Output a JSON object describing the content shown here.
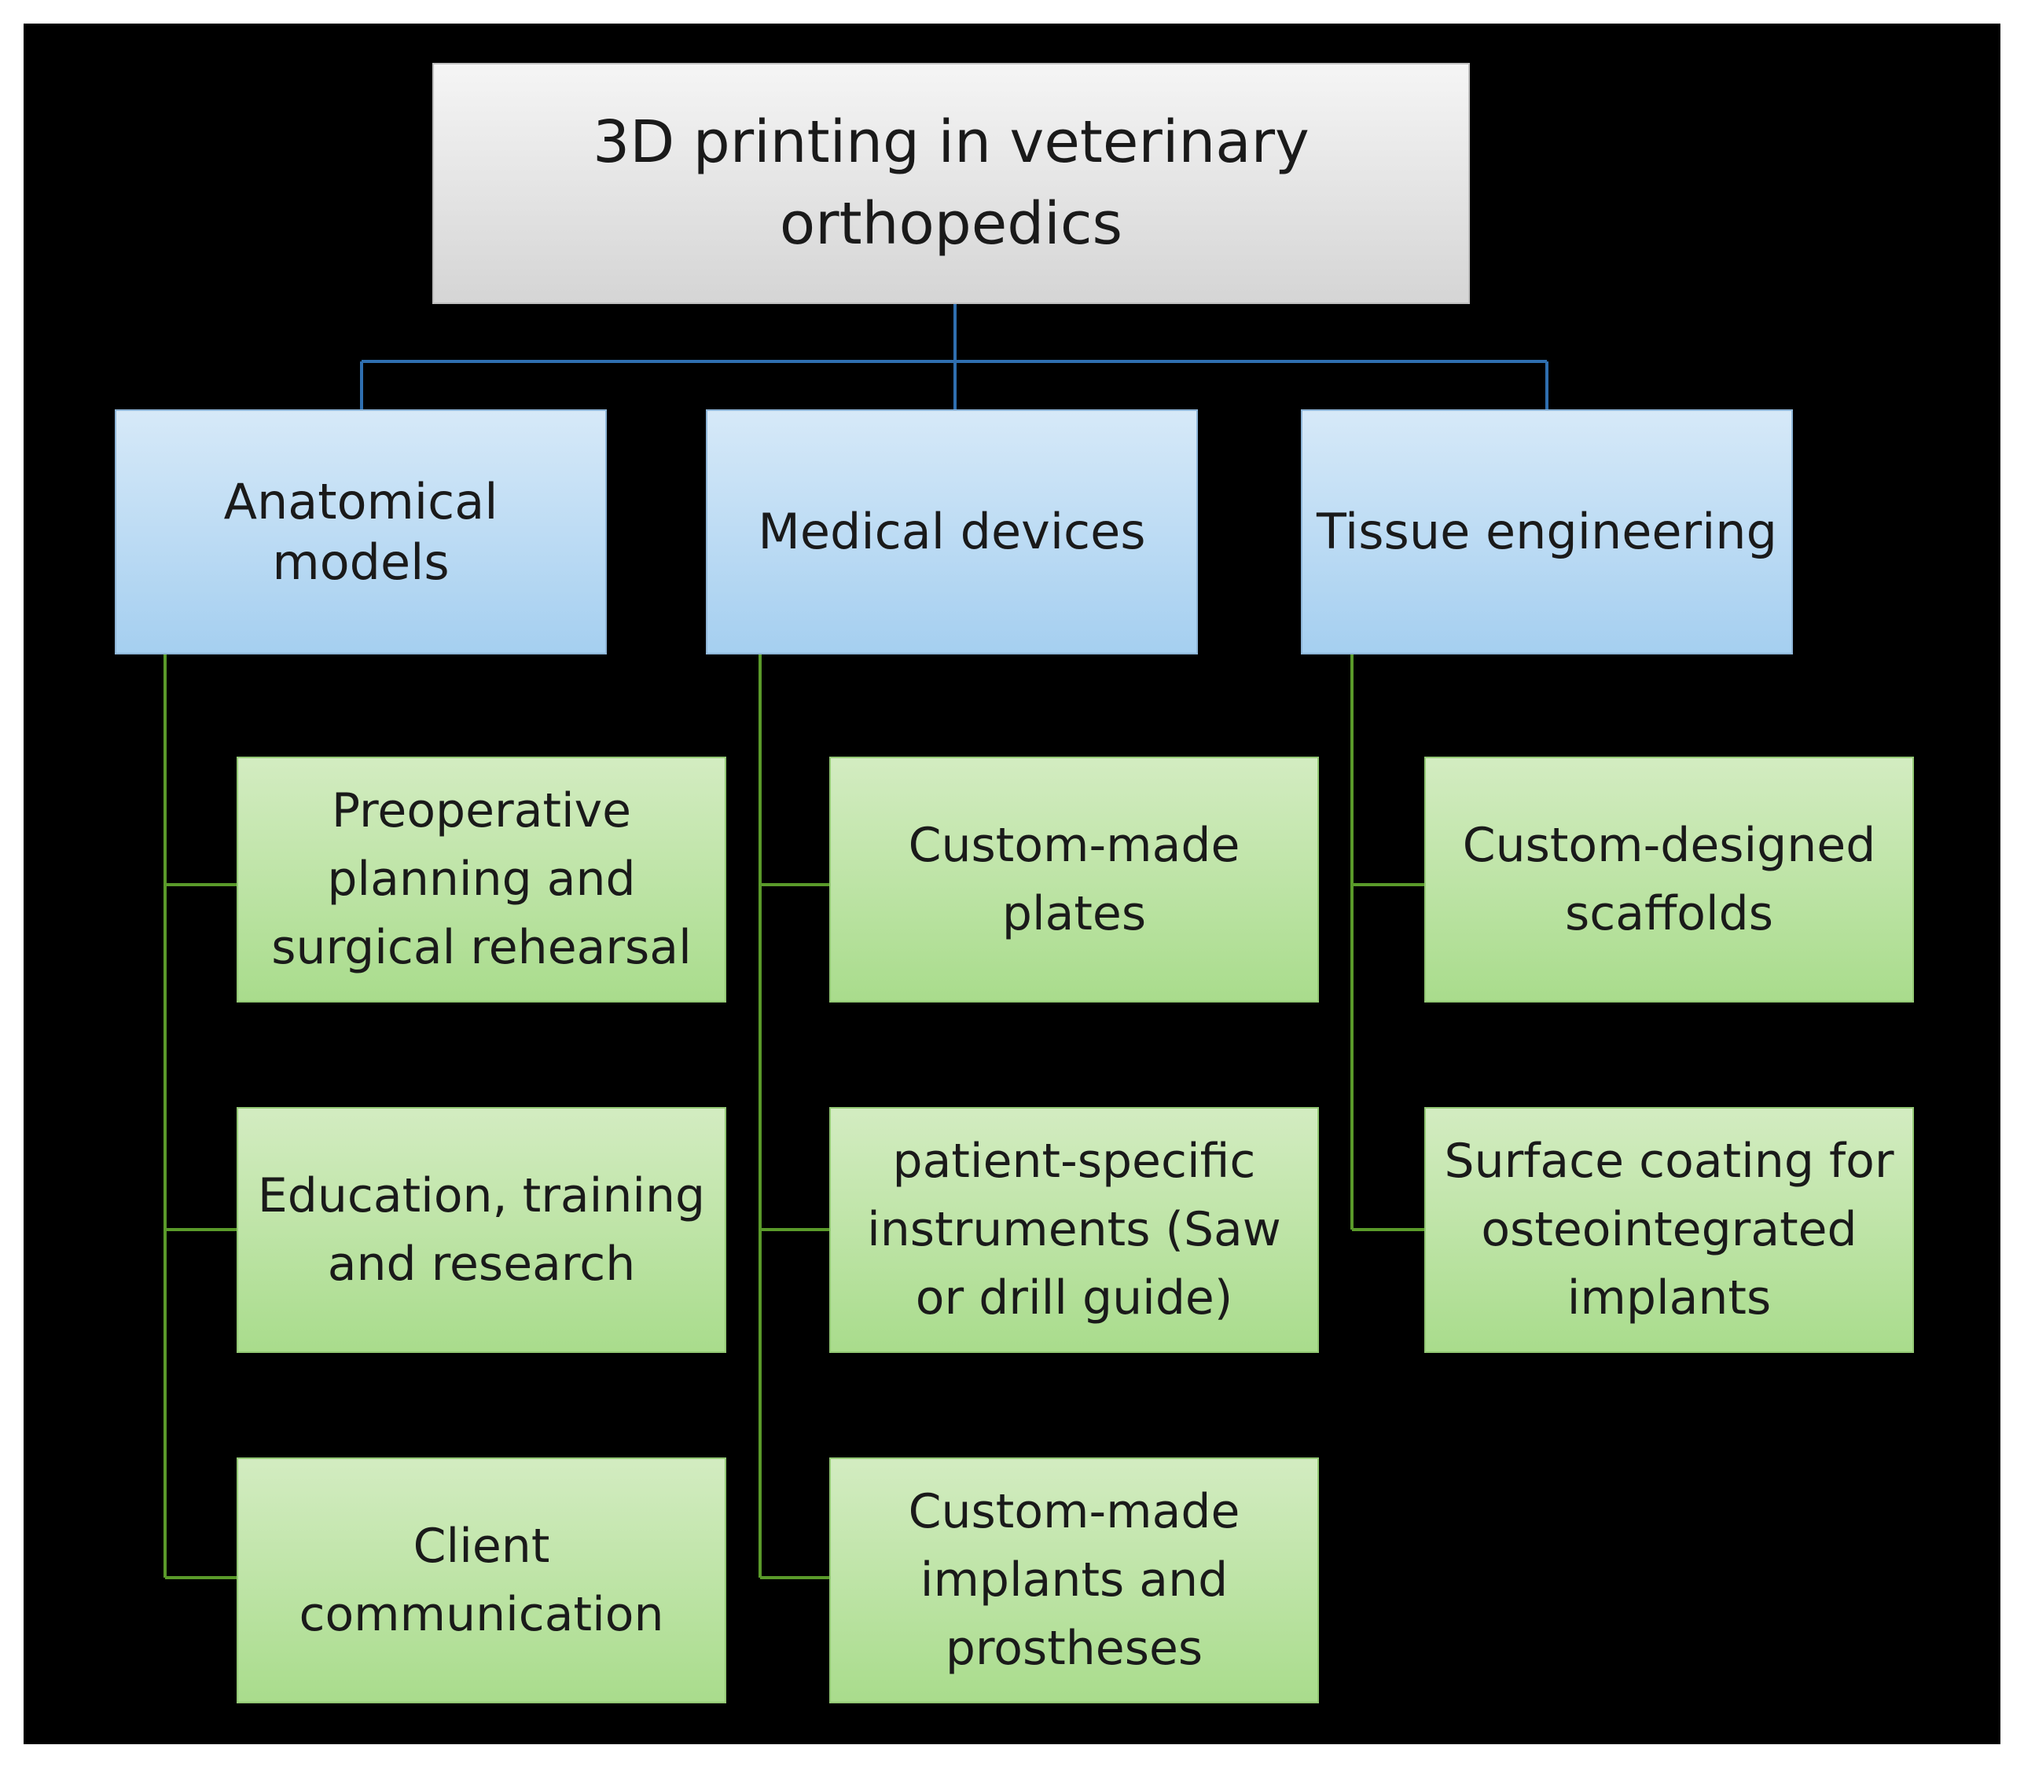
{
  "diagram": {
    "root": {
      "label": "3D printing in veterinary\northopedics"
    },
    "categories": [
      {
        "label": "Anatomical\nmodels",
        "children": [
          "Preoperative\nplanning and\nsurgical rehearsal",
          "Education, training\nand research",
          "Client\ncommunication"
        ]
      },
      {
        "label": "Medical devices",
        "children": [
          "Custom-made\nplates",
          "patient-specific\ninstruments (Saw\nor drill guide)",
          "Custom-made\nimplants and\nprostheses"
        ]
      },
      {
        "label": "Tissue engineering",
        "children": [
          "Custom-designed\nscaffolds",
          "Surface coating for\nosteointegrated\nimplants"
        ]
      }
    ]
  },
  "colors": {
    "background": "#000000",
    "root_fill": "#d9d9d9",
    "category_fill": "#bcdcf5",
    "leaf_fill": "#c3e5aa",
    "top_connector": "#2f6fb0",
    "branch_connector": "#5a9a2a"
  }
}
